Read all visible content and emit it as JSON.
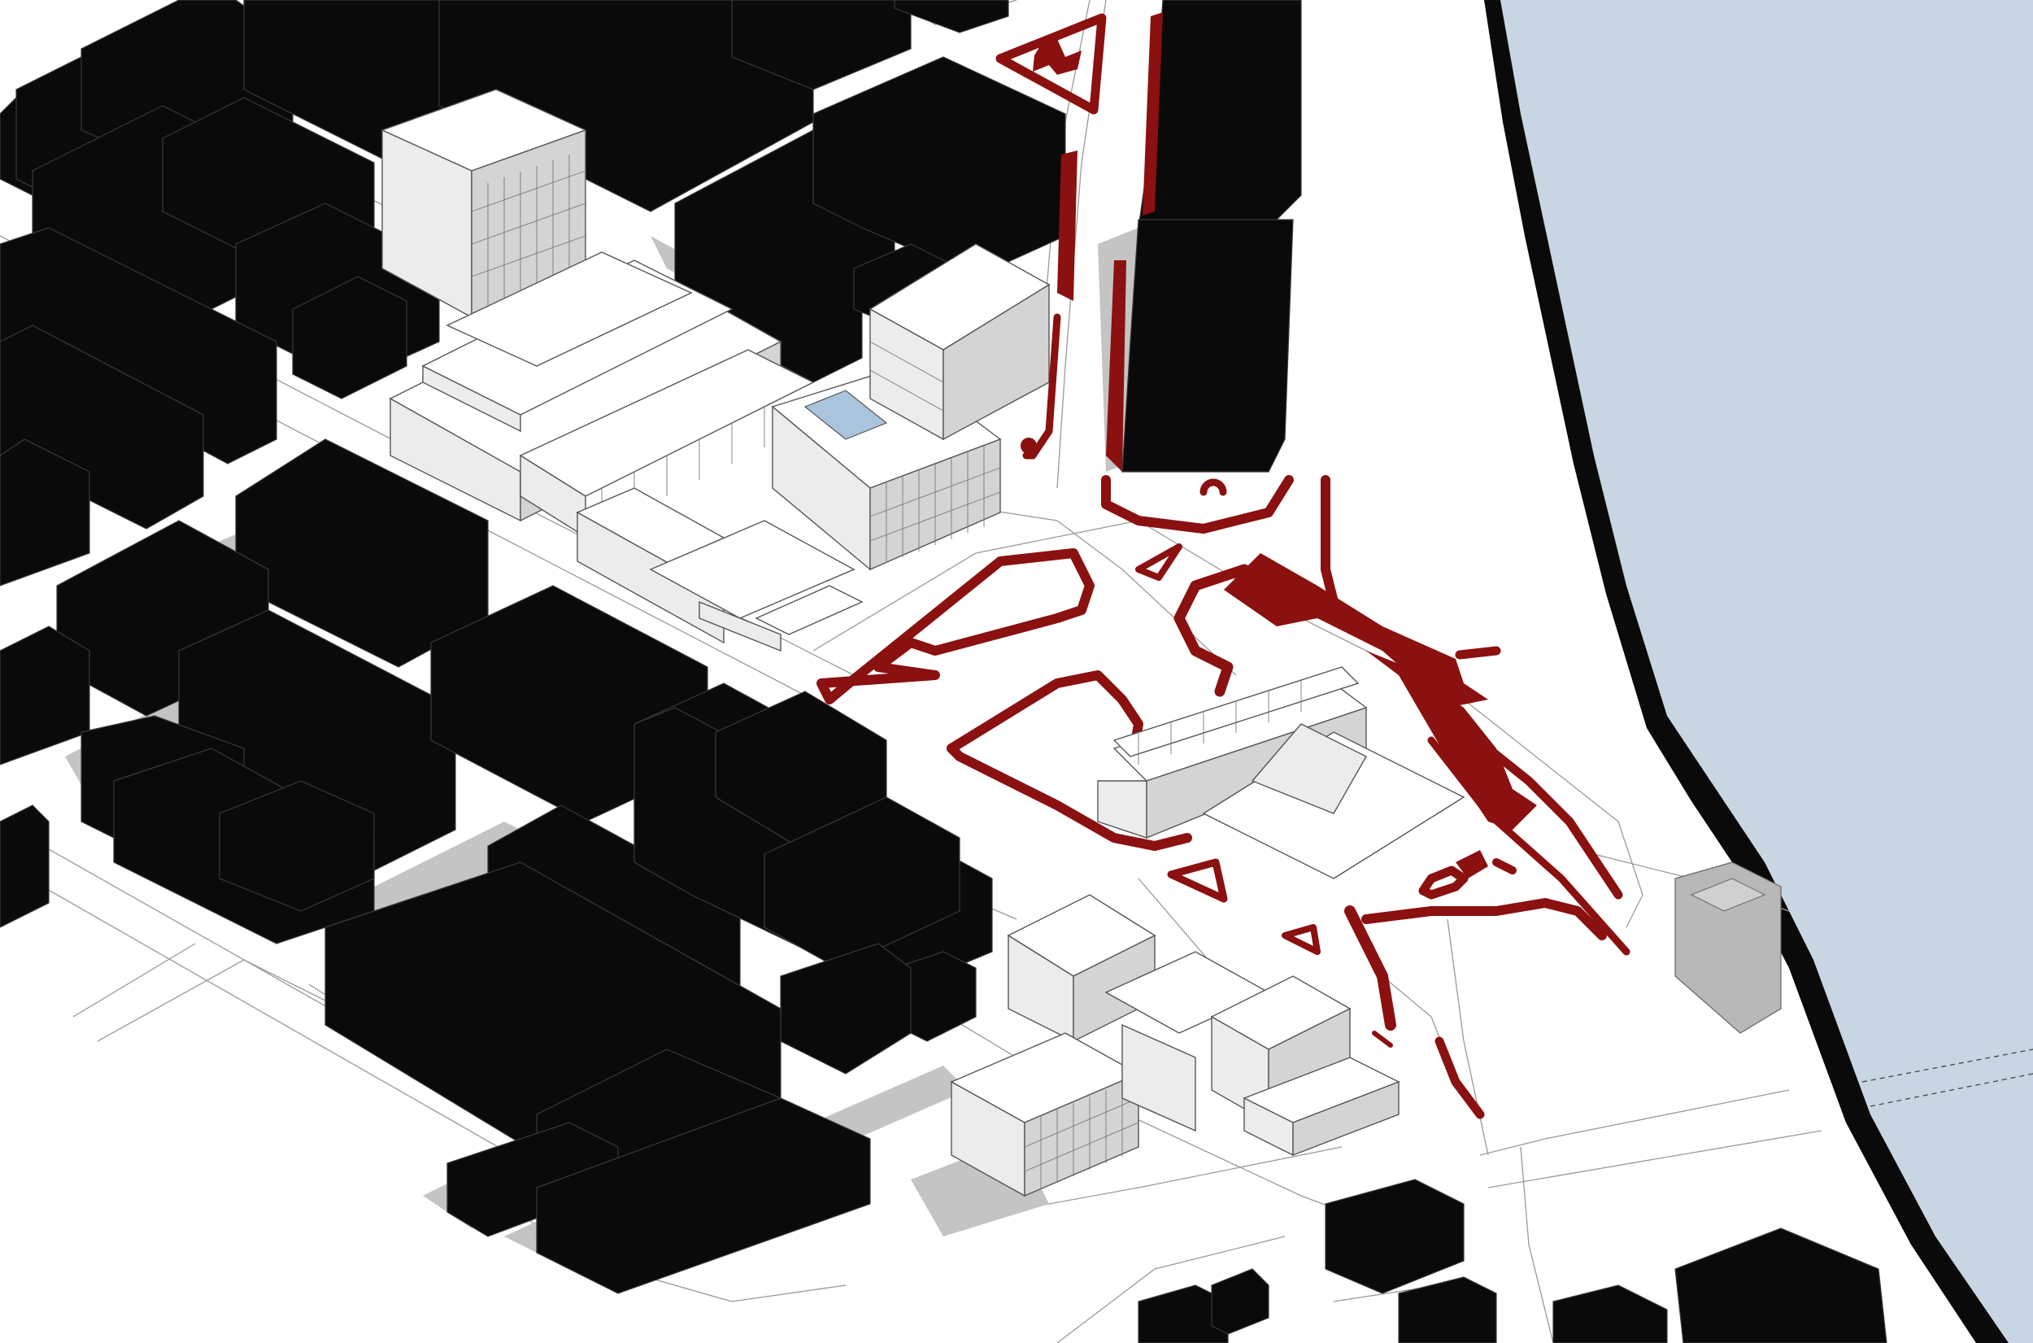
{
  "map": {
    "style": "axonometric site plan",
    "colors": {
      "background": "#ffffff",
      "context_buildings": "#0a0a0a",
      "focus_buildings": "#ffffff",
      "highlighted_paths": "#8b1010",
      "water": "#c7d6e2",
      "riverbank_edge": "#0a0a0a",
      "skylight": "#a9c4dc",
      "shadow": "#c4c4c4"
    },
    "layers": [
      "context-buildings",
      "focus-buildings",
      "highlighted-paths",
      "water",
      "riverbank",
      "roads"
    ]
  }
}
